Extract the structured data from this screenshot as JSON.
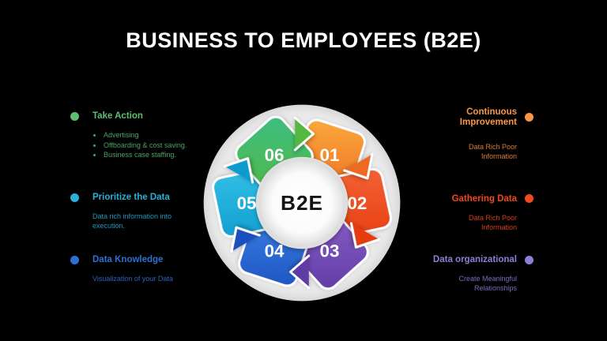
{
  "slide": {
    "title": "BUSINESS TO EMPLOYEES (B2E)"
  },
  "diagram": {
    "center_label": "B2E",
    "segments": [
      {
        "number": "01",
        "color_light": "#FBB03F",
        "color_dark": "#EE6B23"
      },
      {
        "number": "02",
        "color_light": "#F4683A",
        "color_dark": "#E63A0E"
      },
      {
        "number": "03",
        "color_light": "#8B60C8",
        "color_dark": "#5F3BA4"
      },
      {
        "number": "04",
        "color_light": "#3C86E9",
        "color_dark": "#1C50BE"
      },
      {
        "number": "05",
        "color_light": "#38C4E9",
        "color_dark": "#0E9ACF"
      },
      {
        "number": "06",
        "color_light": "#3ABE85",
        "color_dark": "#55B843"
      }
    ]
  },
  "left_sections": [
    {
      "heading": "Take Action",
      "color": "#5FBE72",
      "body_color": "#4CA35F",
      "bullets": [
        "Advertising",
        "Offboarding & cost saving.",
        "Business case staffing."
      ]
    },
    {
      "heading": "Prioritize the Data",
      "color": "#2BAFD6",
      "body_color": "#2095BE",
      "body": "Data rich information into execution."
    },
    {
      "heading": "Data Knowledge",
      "color": "#2F6FD2",
      "body_color": "#2A62BE",
      "body": "Visualization of your Data"
    }
  ],
  "right_sections": [
    {
      "heading": "Continuous Improvement",
      "color": "#F79646",
      "body_color": "#DD7D32",
      "body": "Data Rich Poor Information"
    },
    {
      "heading": "Gathering Data",
      "color": "#F0481F",
      "body_color": "#D23F16",
      "body": "Data Rich Poor Information"
    },
    {
      "heading": "Data organizational",
      "color": "#8F7ED6",
      "body_color": "#7C6BBE",
      "body": "Create Meaningful Relationships"
    }
  ]
}
